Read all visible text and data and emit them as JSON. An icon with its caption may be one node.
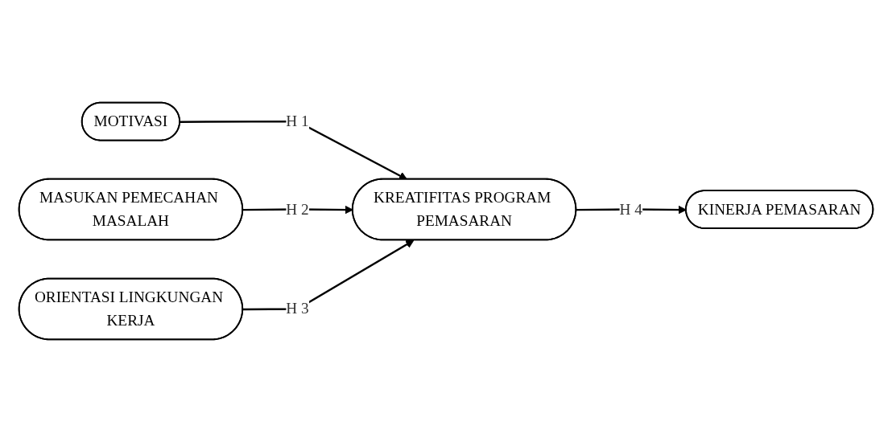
{
  "diagram": {
    "nodes": [
      {
        "text": [
          "MOTIVASI"
        ]
      },
      {
        "text": [
          "MASUKAN PEMECAHAN MASALAH"
        ]
      },
      {
        "text": [
          "ORIENTASI LINGKUNGAN KERJA"
        ]
      },
      {
        "text": [
          "KREATIFITAS PROGRAM PEMASARAN"
        ]
      },
      {
        "text": [
          "KINERJA PEMASARAN"
        ]
      }
    ],
    "edges": [
      {
        "from": 0,
        "to": 3,
        "arrow": "to",
        "label": "H 1"
      },
      {
        "from": 1,
        "to": 3,
        "arrow": "to",
        "label": "H 2"
      },
      {
        "from": 2,
        "to": 3,
        "arrow": "to",
        "label": "H 3"
      },
      {
        "from": 3,
        "to": 4,
        "arrow": "to",
        "label": "H 4"
      }
    ]
  }
}
